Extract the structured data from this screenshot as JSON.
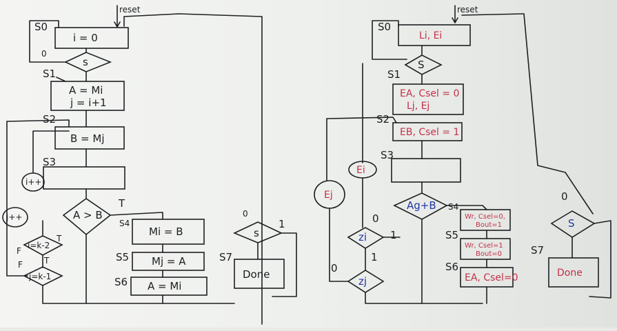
{
  "left": {
    "reset": "reset",
    "s0": "S0",
    "init": "i = 0",
    "zero": "0",
    "s_cond": "s",
    "s1": "S1",
    "a_assign": "A = Mi",
    "j_assign": "j = i+1",
    "s2": "S2",
    "b_assign": "B = Mj",
    "s3": "S3",
    "i_inc": "i++",
    "j_inc": "j++",
    "cond_ab": "A > B",
    "t_ab": "T",
    "cond_ik": "i=k-2",
    "t_ik": "T",
    "t_mid": "T",
    "f1": "F",
    "cond_jk": "j=k-1",
    "f2": "F",
    "s4": "S4",
    "mi_assign": "Mi = B",
    "s5": "S5",
    "mj_assign": "Mj = A",
    "s6": "S6",
    "a_mi": "A = Mi",
    "zero2": "0",
    "s7_cond": "s",
    "one": "1",
    "s7": "S7",
    "done": "Done"
  },
  "right": {
    "reset": "reset",
    "s0": "S0",
    "li_ei": "Li, Ei",
    "s_cond": "S",
    "s1": "S1",
    "ea_csel": "EA, Csel = 0",
    "lj_ej": "Lj, Ej",
    "s2": "S2",
    "eb_csel": "EB, Csel = 1",
    "s3": "S3",
    "ei": "Ei",
    "ej": "Ej",
    "cond_agtb": "Ag+B",
    "zero_a": "0",
    "zi": "zi",
    "one_a": "1",
    "one_b": "1",
    "zero_b": "0",
    "zj": "zj",
    "s4": "S4",
    "wr1": "Wr, Csel=0,",
    "bout1": "Bout=1",
    "s5": "S5",
    "wr2": "Wr, Csel=1",
    "bout2": "Bout=0",
    "s6": "S6",
    "ea_csel0": "EA, Csel=0",
    "zero_s": "0",
    "s_cond2": "S",
    "s7": "S7",
    "done": "Done"
  },
  "colors": {
    "black_ink": "#1e1f22",
    "red_ink": "#c4304a",
    "blue_ink": "#2136a8",
    "board": "#e9ebe8"
  }
}
